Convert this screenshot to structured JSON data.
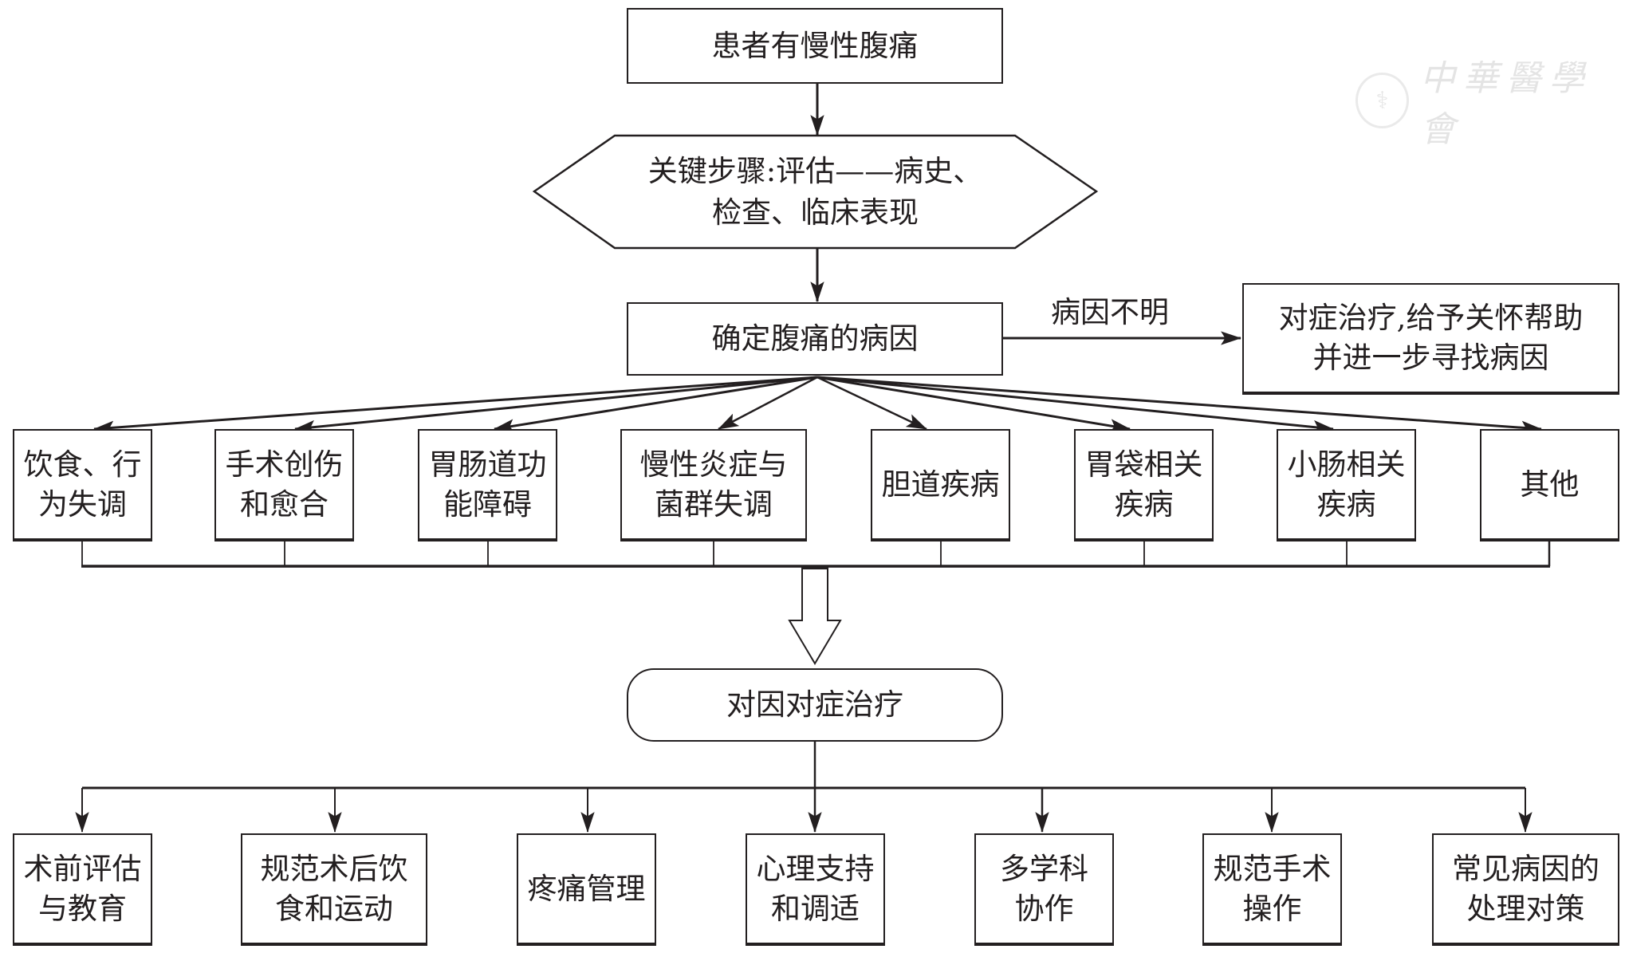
{
  "diagram": {
    "start": "患者有慢性腹痛",
    "key_step": "关键步骤:评估——病史、\n检查、临床表现",
    "determine": "确定腹痛的病因",
    "unknown_edge_label": "病因不明",
    "unknown_action": "对症治疗,给予关怀帮助\n并进一步寻找病因",
    "causes": [
      "饮食、行\n为失调",
      "手术创伤\n和愈合",
      "胃肠道功\n能障碍",
      "慢性炎症与\n菌群失调",
      "胆道疾病",
      "胃袋相关\n疾病",
      "小肠相关\n疾病",
      "其他"
    ],
    "treatment": "对因对症治疗",
    "measures": [
      "术前评估\n与教育",
      "规范术后饮\n食和运动",
      "疼痛管理",
      "心理支持\n和调适",
      "多学科\n协作",
      "规范手术\n操作",
      "常见病因的\n处理对策"
    ]
  },
  "watermark": {
    "logo_icon": "chinese-medical-association-logo-icon",
    "text": "中華醫學會"
  },
  "colors": {
    "ink": "#231f20",
    "background": "#ffffff",
    "watermark": "#cfcfcf"
  }
}
